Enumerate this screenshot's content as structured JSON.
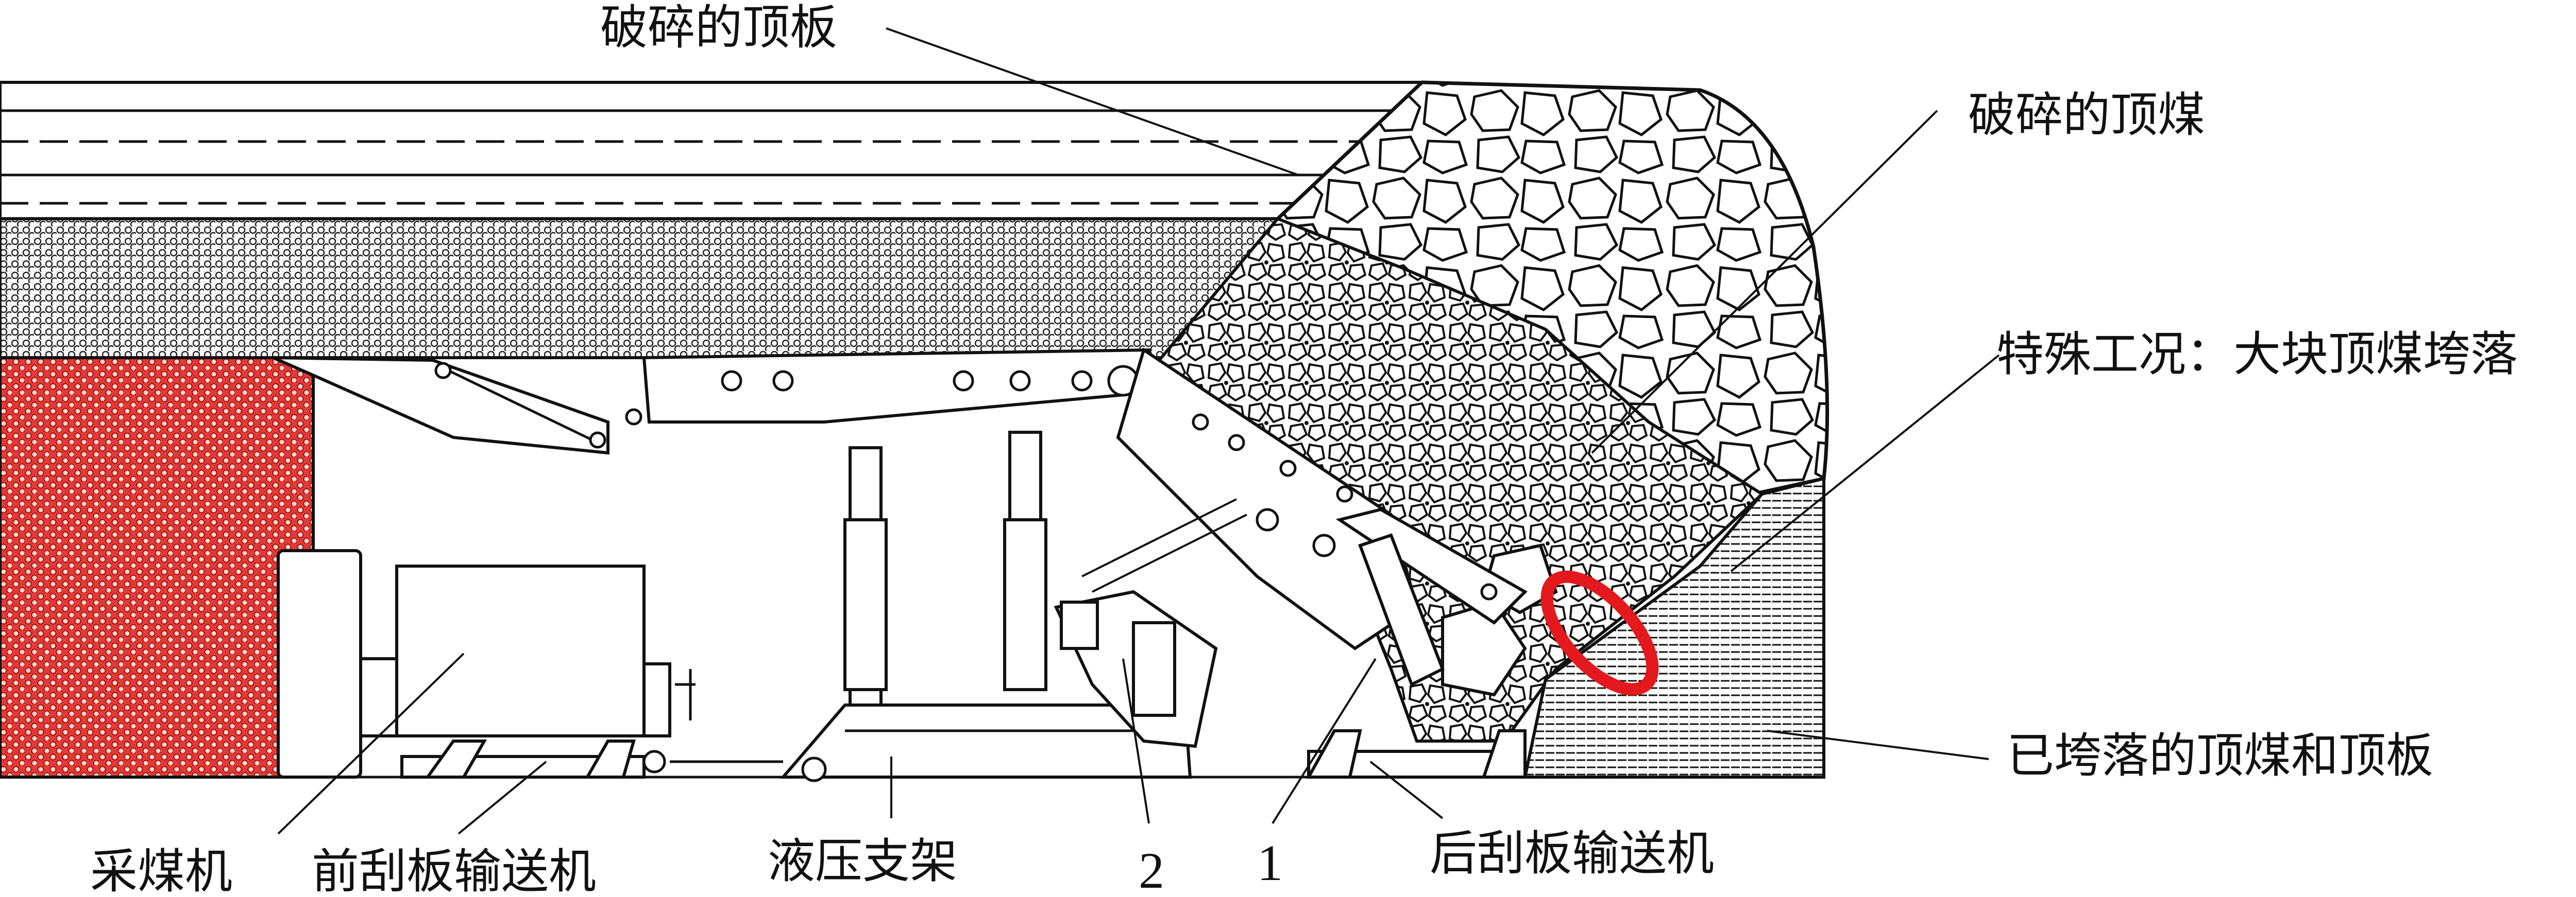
{
  "colors": {
    "coal_face": "#e53935",
    "highlight_ring": "#e3191d",
    "line": "#111111"
  },
  "labels": {
    "broken_roof": "破碎的顶板",
    "broken_top_coal": "破碎的顶煤",
    "special_condition": "特殊工况：大块顶煤垮落",
    "caved_coal_and_roof": "已垮落的顶煤和顶板",
    "shearer": "采煤机",
    "front_conveyor": "前刮板输送机",
    "hydraulic_support": "液压支架",
    "marker_2": "2",
    "marker_1": "1",
    "rear_conveyor": "后刮板输送机"
  }
}
